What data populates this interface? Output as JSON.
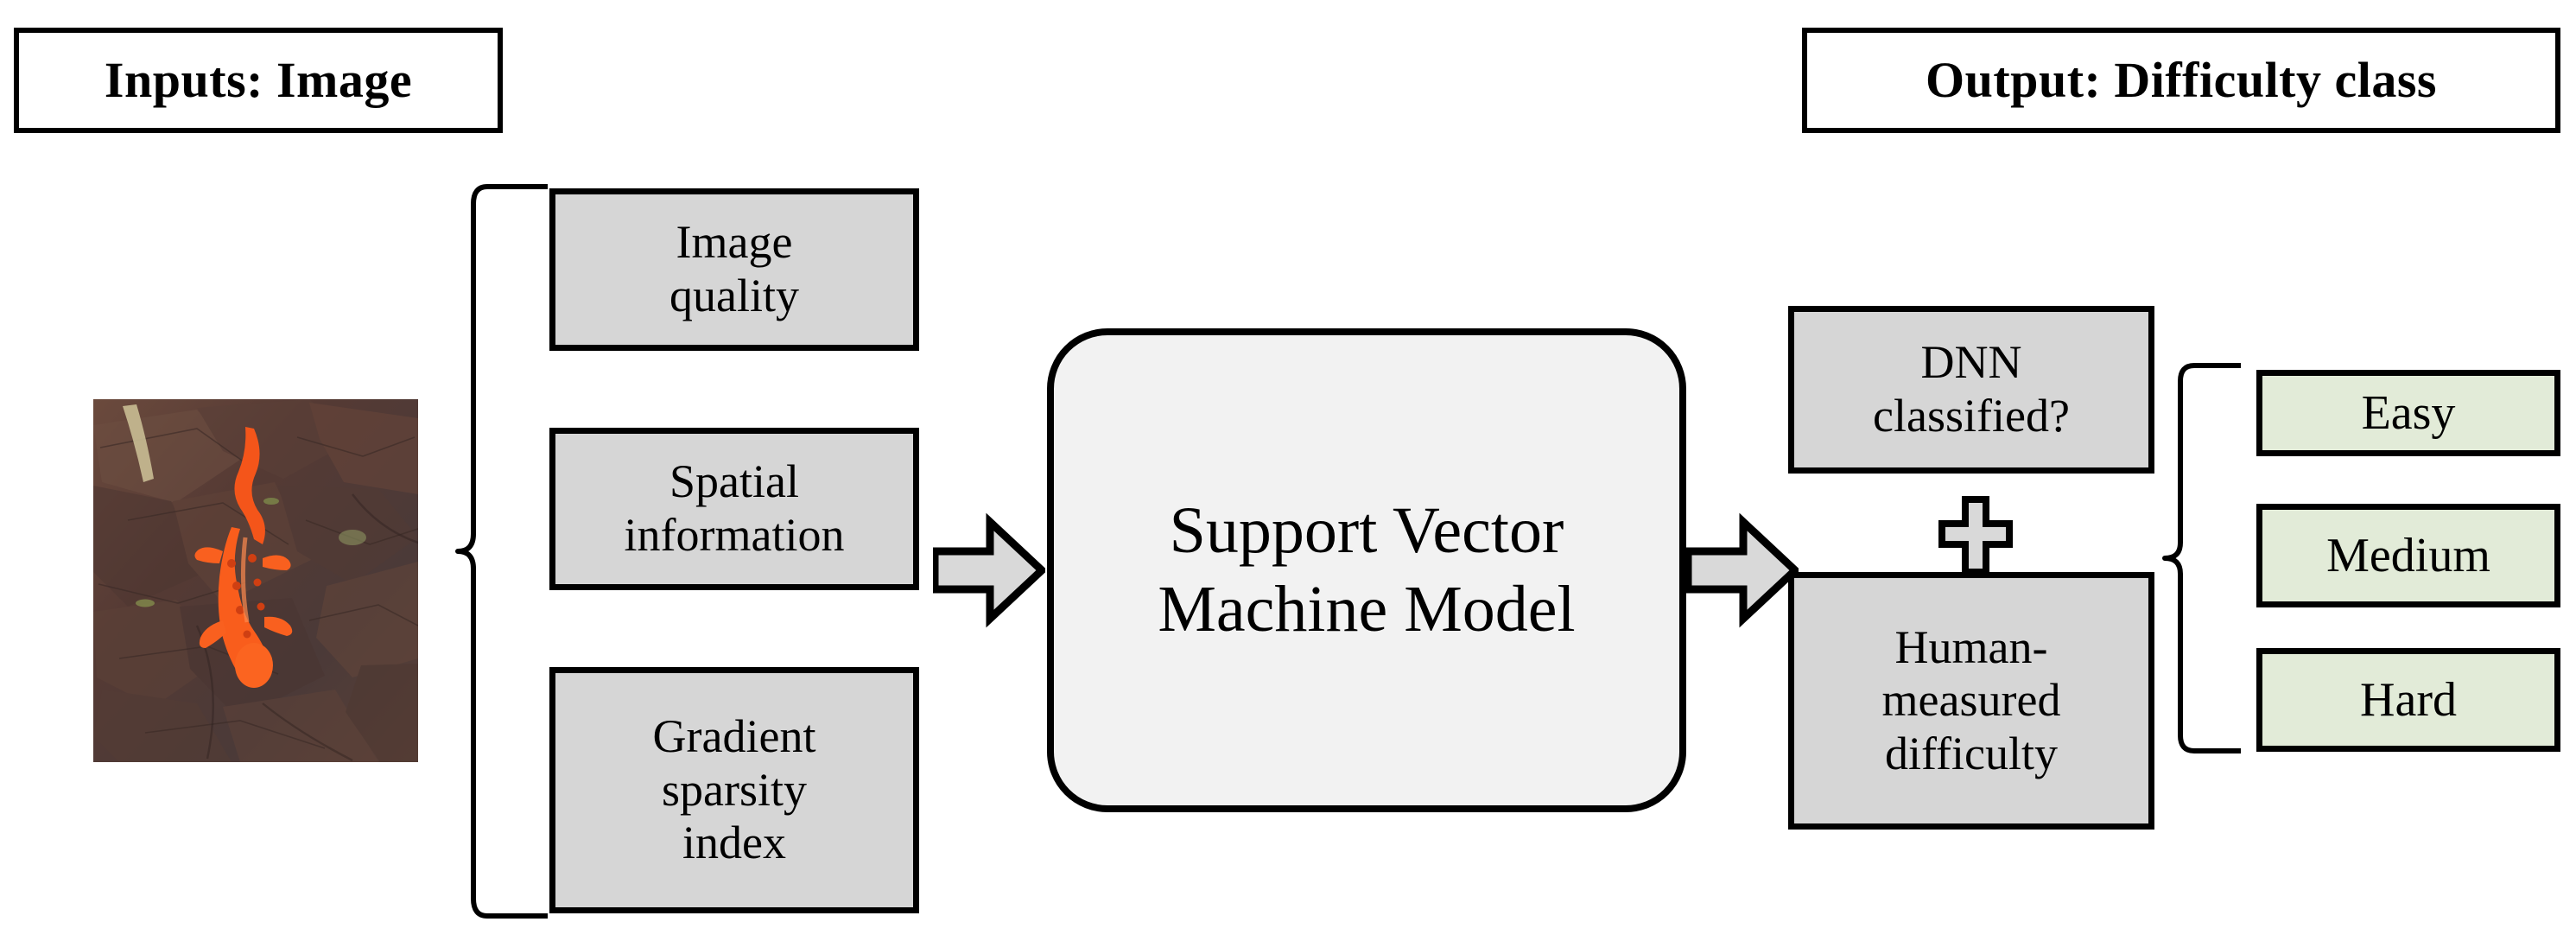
{
  "diagram": {
    "title": "SVM image-difficulty classification pipeline",
    "headers": {
      "inputs": "Inputs: Image",
      "output": "Output: Difficulty class"
    },
    "input_photo": {
      "caption": "photograph of an orange red-spotted newt (eft) on wet brown leaf litter",
      "icon": "photo-thumbnail"
    },
    "features": [
      {
        "id": "image-quality",
        "lines": [
          "Image",
          "quality"
        ]
      },
      {
        "id": "spatial-info",
        "lines": [
          "Spatial",
          "information"
        ]
      },
      {
        "id": "gradient-sparsity",
        "lines": [
          "Gradient",
          "sparsity",
          "index"
        ]
      }
    ],
    "model": {
      "id": "support-vector-machine",
      "lines": [
        "Support Vector",
        "Machine Model"
      ]
    },
    "output_stages": [
      {
        "id": "dnn-classified",
        "lines": [
          "DNN",
          "classified?"
        ]
      },
      {
        "id": "human-measured",
        "lines": [
          "Human-",
          "measured",
          "difficulty"
        ]
      }
    ],
    "combiner": {
      "symbol": "plus",
      "label": "+"
    },
    "classes": [
      {
        "id": "easy",
        "label": "Easy"
      },
      {
        "id": "medium",
        "label": "Medium"
      },
      {
        "id": "hard",
        "label": "Hard"
      }
    ],
    "connectors": [
      {
        "id": "features-to-model",
        "icon": "block-arrow-right"
      },
      {
        "id": "model-to-outputs",
        "icon": "block-arrow-right"
      },
      {
        "id": "inputs-brace",
        "icon": "curly-brace-left"
      },
      {
        "id": "outputs-brace",
        "icon": "curly-brace-left"
      }
    ],
    "colors": {
      "feature_box_fill": "#d6d6d6",
      "model_box_fill": "#f2f2f2",
      "class_box_fill": "#e2ebd8",
      "outline": "#000000",
      "arrow_fill": "#d6d6d6",
      "page_background": "#ffffff"
    }
  }
}
